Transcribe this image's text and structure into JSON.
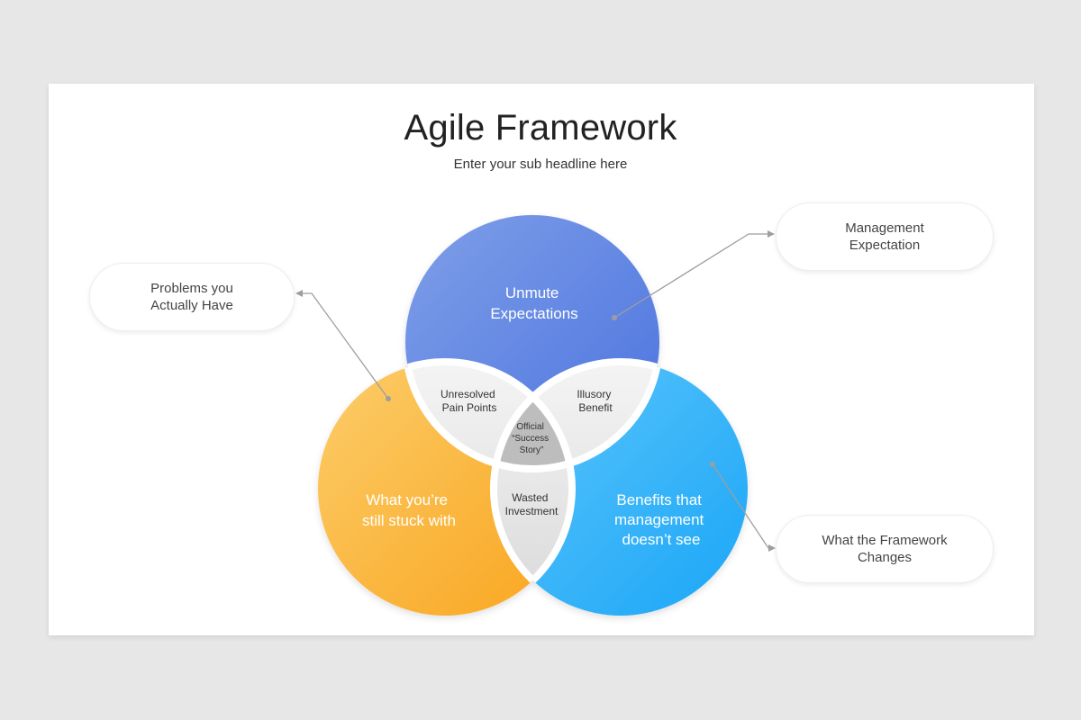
{
  "slide": {
    "title": "Agile Framework",
    "subtitle": "Enter your sub headline here"
  },
  "venn": {
    "circles": {
      "top": {
        "line1": "Unmute",
        "line2": "Expectations",
        "color_start": "#7f9fe8",
        "color_end": "#4a72df"
      },
      "left": {
        "line1": "What you’re",
        "line2": "still stuck with",
        "color_start": "#fccd6a",
        "color_end": "#f9a51e"
      },
      "right": {
        "line1": "Benefits that",
        "line2": "management",
        "line3": "doesn’t see",
        "color_start": "#5fc6fb",
        "color_end": "#1aa6f7"
      }
    },
    "overlaps": {
      "top_left": {
        "line1": "Unresolved",
        "line2": "Pain Points"
      },
      "top_right": {
        "line1": "Illusory",
        "line2": "Benefit"
      },
      "left_right": {
        "line1": "Wasted",
        "line2": "Investment"
      },
      "center": {
        "line1": "Official",
        "line2": "“Success",
        "line3": "Story”"
      }
    },
    "overlap_color": "#e6e6e6",
    "center_color": "#bdbdbd"
  },
  "callouts": {
    "problems": "Problems you\nActually Have",
    "management": "Management\nExpectation",
    "changes": "What the Framework\nChanges"
  },
  "connector_color": "#9e9e9e"
}
